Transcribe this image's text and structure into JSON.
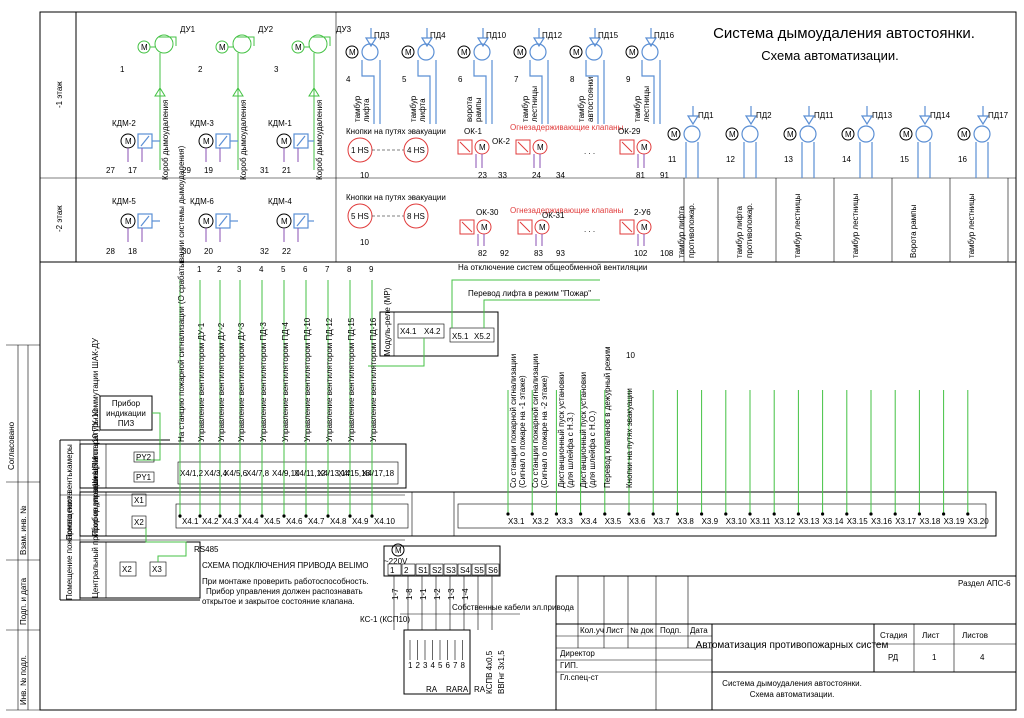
{
  "title": {
    "line1": "Система дымоудаления автостоянки.",
    "line2": "Схема автоматизации."
  },
  "floors": {
    "minus1": "-1 этаж",
    "minus2": "-2 этаж"
  },
  "rooms": {
    "room_vent": "Помещение вентькамеры",
    "room_pu": "Помещение пожарного поста"
  },
  "exhaust_fans": [
    {
      "label": "ДУ1",
      "num": "1"
    },
    {
      "label": "ДУ2",
      "num": "2"
    },
    {
      "label": "ДУ3",
      "num": "3"
    }
  ],
  "supply_top": [
    {
      "label": "ПД3",
      "num": "4",
      "zone": "тамбур лифта"
    },
    {
      "label": "ПД4",
      "num": "5",
      "zone": "тамбур лифта"
    },
    {
      "label": "ПД10",
      "num": "6",
      "zone": "ворота рампы"
    },
    {
      "label": "ПД12",
      "num": "7",
      "zone": "тамбур лестницы"
    },
    {
      "label": "ПД15",
      "num": "8",
      "zone": "тамбур автостоянки"
    },
    {
      "label": "ПД16",
      "num": "9",
      "zone": "тамбур лестницы"
    }
  ],
  "supply_right": [
    {
      "label": "ПД1",
      "num": "11",
      "zone": "тамбур лифта противопожар."
    },
    {
      "label": "ПД2",
      "num": "12",
      "zone": "тамбур лифта противопожар."
    },
    {
      "label": "ПД11",
      "num": "13",
      "zone": "тамбур лестницы"
    },
    {
      "label": "ПД13",
      "num": "14",
      "zone": "тамбур лестницы"
    },
    {
      "label": "ПД14",
      "num": "15",
      "zone": "Ворота рампы"
    },
    {
      "label": "ПД17",
      "num": "16",
      "zone": "тамбур лестницы"
    }
  ],
  "kdm": [
    {
      "label": "КДМ-2",
      "a": "27",
      "b": "17"
    },
    {
      "label": "КДМ-3",
      "a": "29",
      "b": "19"
    },
    {
      "label": "КДМ-1",
      "a": "31",
      "b": "21"
    },
    {
      "label": "КДМ-5",
      "a": "28",
      "b": "18"
    },
    {
      "label": "КДМ-6",
      "a": "30",
      "b": "20"
    },
    {
      "label": "КДМ-4",
      "a": "32",
      "b": "22"
    }
  ],
  "duct_label": "Короб дымоудаления",
  "buttons": {
    "title": "Кнопки на путях эвакуации",
    "floor1": [
      "1 HS",
      "4 HS"
    ],
    "floor2": [
      "5 HS",
      "8 HS"
    ],
    "num": "10"
  },
  "fire_dampers": {
    "title": "Огнезадерживающие клапаны",
    "floor1": [
      {
        "label": "ОК-1",
        "a": "23",
        "b": "33"
      },
      {
        "label": "ОК-2",
        "a": "24",
        "b": "34"
      },
      {
        "label": "ОК-29",
        "a": "81",
        "b": "91"
      }
    ],
    "floor2": [
      {
        "label": "ОК-30",
        "a": "82",
        "b": "92"
      },
      {
        "label": "ОК-31",
        "a": "83",
        "b": "93"
      },
      {
        "label": "2-У6",
        "a": "102",
        "b": "108"
      }
    ],
    "dots": ". . ."
  },
  "control_lines": {
    "nums": [
      "1",
      "2",
      "3",
      "4",
      "5",
      "6",
      "7",
      "8",
      "9"
    ],
    "labels": [
      "На станцию пожарной сигнализации (О срабатывании системы дымоудаления)",
      "Управление вентилятором ДУ-1",
      "Управление вентилятором ДУ-2",
      "Управление вентилятором ДУ-3",
      "Управление вентилятором ПД-3",
      "Управление вентилятором ПД-4",
      "Управление вентилятором ПД-10",
      "Управление вентилятором ПД-12",
      "Управление вентилятором ПД-15",
      "Управление вентилятором ПД-16"
    ]
  },
  "signal_lines": {
    "num": "10",
    "labels": [
      "Со станции пожарной сигнализации (Сигнал о пожаре на -1 этаже)",
      "Со станции пожарной сигнализации (Сигнал о пожаре на -2 этаже)",
      "Дистанционный пуск установки (для шлейфа с Н.З.)",
      "Дистанционный пуск установки (для шлейфа с Н.О.)",
      "Перевод клапанов в дежурный режим",
      "Кнопки на путях эвакуации"
    ]
  },
  "relay_module": {
    "label": "Модуль-реле (МР)",
    "terminals": [
      "X4.1",
      "X4.2",
      "X5.1",
      "X5.2"
    ],
    "note1": "На отключение систем общеобменной вентиляции",
    "note2": "Перевод лифта в режим \"Пожар\""
  },
  "ind_device": {
    "label": "Прибор индикации ПИЗ"
  },
  "shkaf": {
    "label": "Шкаф аппаратуры коммутации ШАК-ДУ",
    "py": [
      "PY2",
      "PY1"
    ],
    "terminals": [
      "X4/1,2",
      "X4/3,4",
      "X4/5,6",
      "X4/7,8",
      "X4/9,10",
      "X4/11,12",
      "X4/13,14",
      "X4/15,16",
      "X4/17,18"
    ]
  },
  "pu10": {
    "label": "Прибор управления исп. 10 ПУ-10",
    "x": [
      "X1",
      "X2"
    ],
    "terminals_x4": [
      "X4.1",
      "X4.2",
      "X4.3",
      "X4.4",
      "X4.5",
      "X4.6",
      "X4.7",
      "X4.8",
      "X4.9",
      "X4.10"
    ],
    "terminals_x3": [
      "X3.1",
      "X3.2",
      "X3.3",
      "X3.4",
      "X3.5",
      "X3.6",
      "X3.7",
      "X3.8",
      "X3.9",
      "X3.10",
      "X3.11",
      "X3.12",
      "X3.13",
      "X3.14",
      "X3.15",
      "X3.16",
      "X3.17",
      "X3.18",
      "X3.19",
      "X3.20"
    ]
  },
  "cpi": {
    "label": "Центральный прибор индикации ЦПИ",
    "x": [
      "X2",
      "X3"
    ],
    "rs485": "RS485"
  },
  "belimo": {
    "title": "СХЕМА ПОДКЛЮЧЕНИЯ ПРИВОДА BELIMO",
    "note": [
      "При монтаже проверить работоспособность.",
      "Прибор управления должен распознавать",
      "открытое и закрытое состояние клапана."
    ],
    "motor": "M",
    "voltage": "~220V",
    "terms": [
      "1",
      "2",
      "S1",
      "S2",
      "S3",
      "S4",
      "S5",
      "S6"
    ],
    "wires": [
      "1-7",
      "1-8",
      "1-1",
      "1-2",
      "1-3",
      "1-4"
    ],
    "own_cable": "Собственные кабели эл.привода",
    "ks": "КС-1 (КСП10)",
    "strip": [
      "1",
      "2",
      "3",
      "4",
      "5",
      "6",
      "7",
      "8"
    ],
    "cable1": "КСПВ 4х0,5",
    "cable2": "ВВГнг 3х1,5",
    "r": [
      "RA",
      "RARA",
      "RA"
    ]
  },
  "stamp": {
    "razdel": "Раздел АПС-6",
    "cols": [
      "Кол.уч",
      "Лист",
      "№ док",
      "Подп.",
      "Дата"
    ],
    "roles": [
      "Директор",
      "ГИП.",
      "Гл.спец-ст"
    ],
    "project": "Автоматизация противопожарных систем",
    "sheet_title": [
      "Система дымоудаления автостоянки.",
      "Схема автоматизации."
    ],
    "stage_h": "Стадия",
    "list_h": "Лист",
    "lists_h": "Листов",
    "stage": "РД",
    "list": "1",
    "lists": "4"
  },
  "side": {
    "agreed": "Согласовано",
    "inv": "Взам. инв. №",
    "sig": "Подп. и дата",
    "orig": "Инв. № подл."
  }
}
